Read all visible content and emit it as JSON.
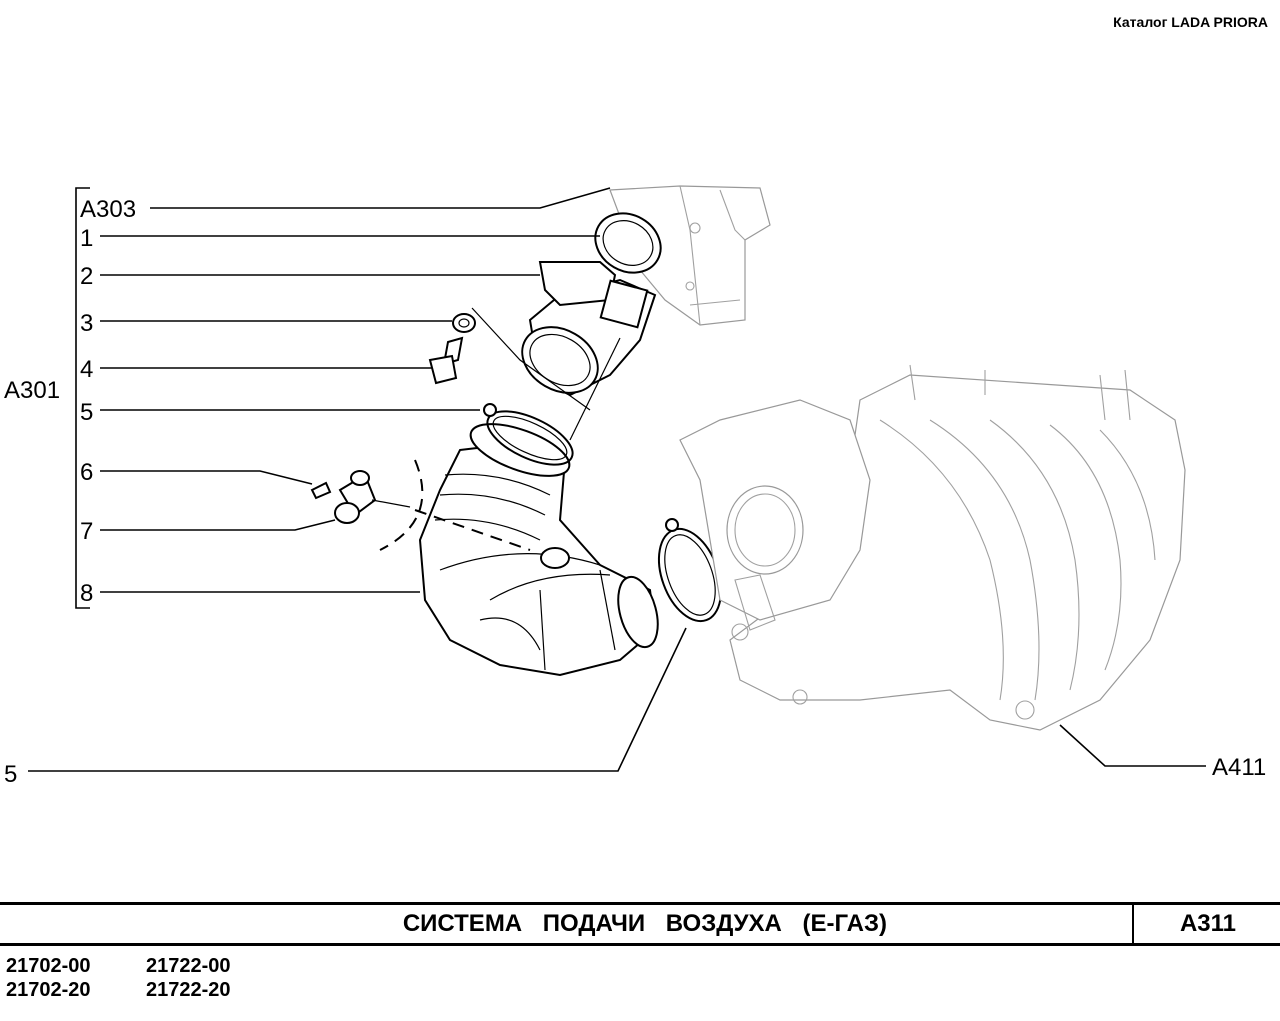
{
  "header": {
    "catalog": "Каталог  LADA  PRIORA"
  },
  "labels": {
    "a303": "А303",
    "p1": "1",
    "p2": "2",
    "p3": "3",
    "p4": "4",
    "a301": "А301",
    "p5_top": "5",
    "p6": "6",
    "p7": "7",
    "p8": "8",
    "p5_bottom": "5",
    "a411": "А411"
  },
  "footer": {
    "title": "СИСТЕМА  ПОДАЧИ  ВОЗДУХА  (Е-ГАЗ)",
    "code": "А311"
  },
  "models": [
    [
      "21702-00",
      "21722-00"
    ],
    [
      "21702-20",
      "21722-20"
    ]
  ]
}
